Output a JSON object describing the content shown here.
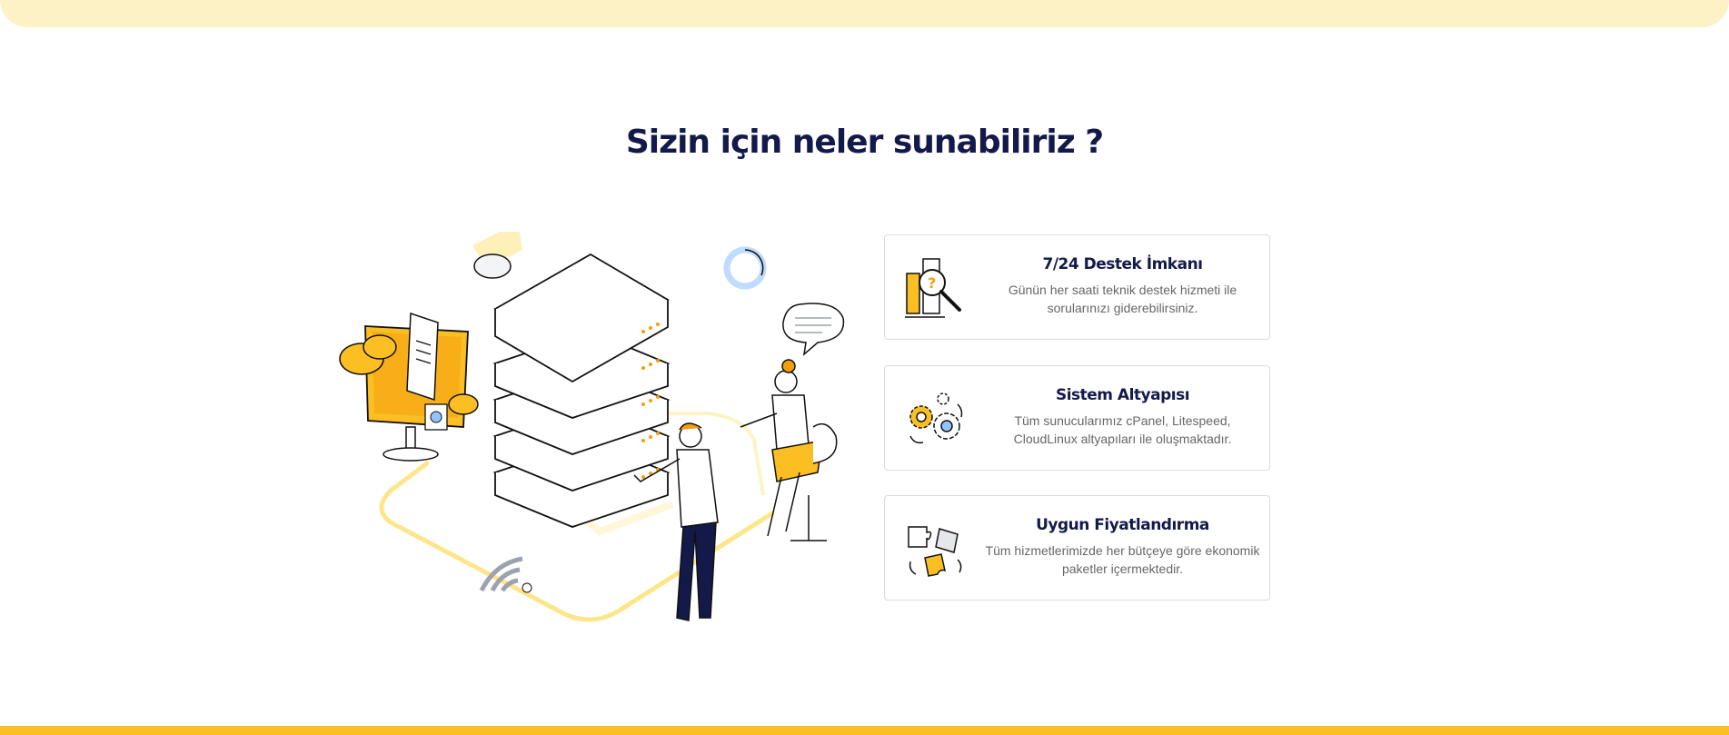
{
  "section": {
    "title": "Sizin için neler sunabiliriz ?"
  },
  "features": [
    {
      "title": "7/24 Destek İmkanı",
      "description": "Günün her saati teknik destek hizmeti ile sorularınızı giderebilirsiniz.",
      "icon": "support-magnifier-icon"
    },
    {
      "title": "Sistem Altyapısı",
      "description": "Tüm sunucularımız cPanel, Litespeed, CloudLinux altyapıları ile oluşmaktadır.",
      "icon": "gears-icon"
    },
    {
      "title": "Uygun Fiyatlandırma",
      "description": "Tüm hizmetlerimizde her bütçeye göre ekonomik paketler içermektedir.",
      "icon": "puzzle-icon"
    }
  ],
  "colors": {
    "accent": "#fbbf24",
    "heading": "#131a4a",
    "text": "#666666",
    "topBand": "#fdf1c6"
  }
}
